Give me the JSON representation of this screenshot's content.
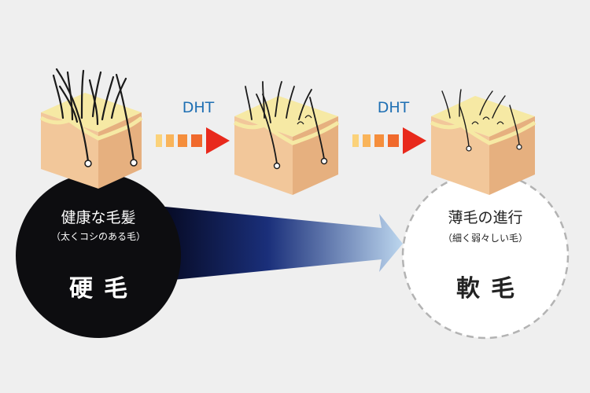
{
  "labels": {
    "dht_1": "DHT",
    "dht_2": "DHT",
    "left_title": "健康な毛髪",
    "left_subtitle": "（太くコシのある毛）",
    "left_big": "硬毛",
    "right_title": "薄毛の進行",
    "right_subtitle": "（細く弱々しい毛）",
    "right_big": "軟毛"
  },
  "colors": {
    "background": "#efefef",
    "skin_side": "#f2c79a",
    "skin_top": "#f6e9a4",
    "hair": "#1a1a1a",
    "dark_circle": "#0d0d10",
    "dht_text": "#1e6fb3",
    "arrow_start": "#fbd27a",
    "arrow_end": "#e8291c",
    "gradient_dark": "#05081f",
    "gradient_light": "#bcd6ee"
  },
  "icons": [
    "scalp-block-thick-hair",
    "scalp-block-medium-hair",
    "scalp-block-thin-hair",
    "dashed-arrow-right",
    "gradient-arrow-right"
  ]
}
